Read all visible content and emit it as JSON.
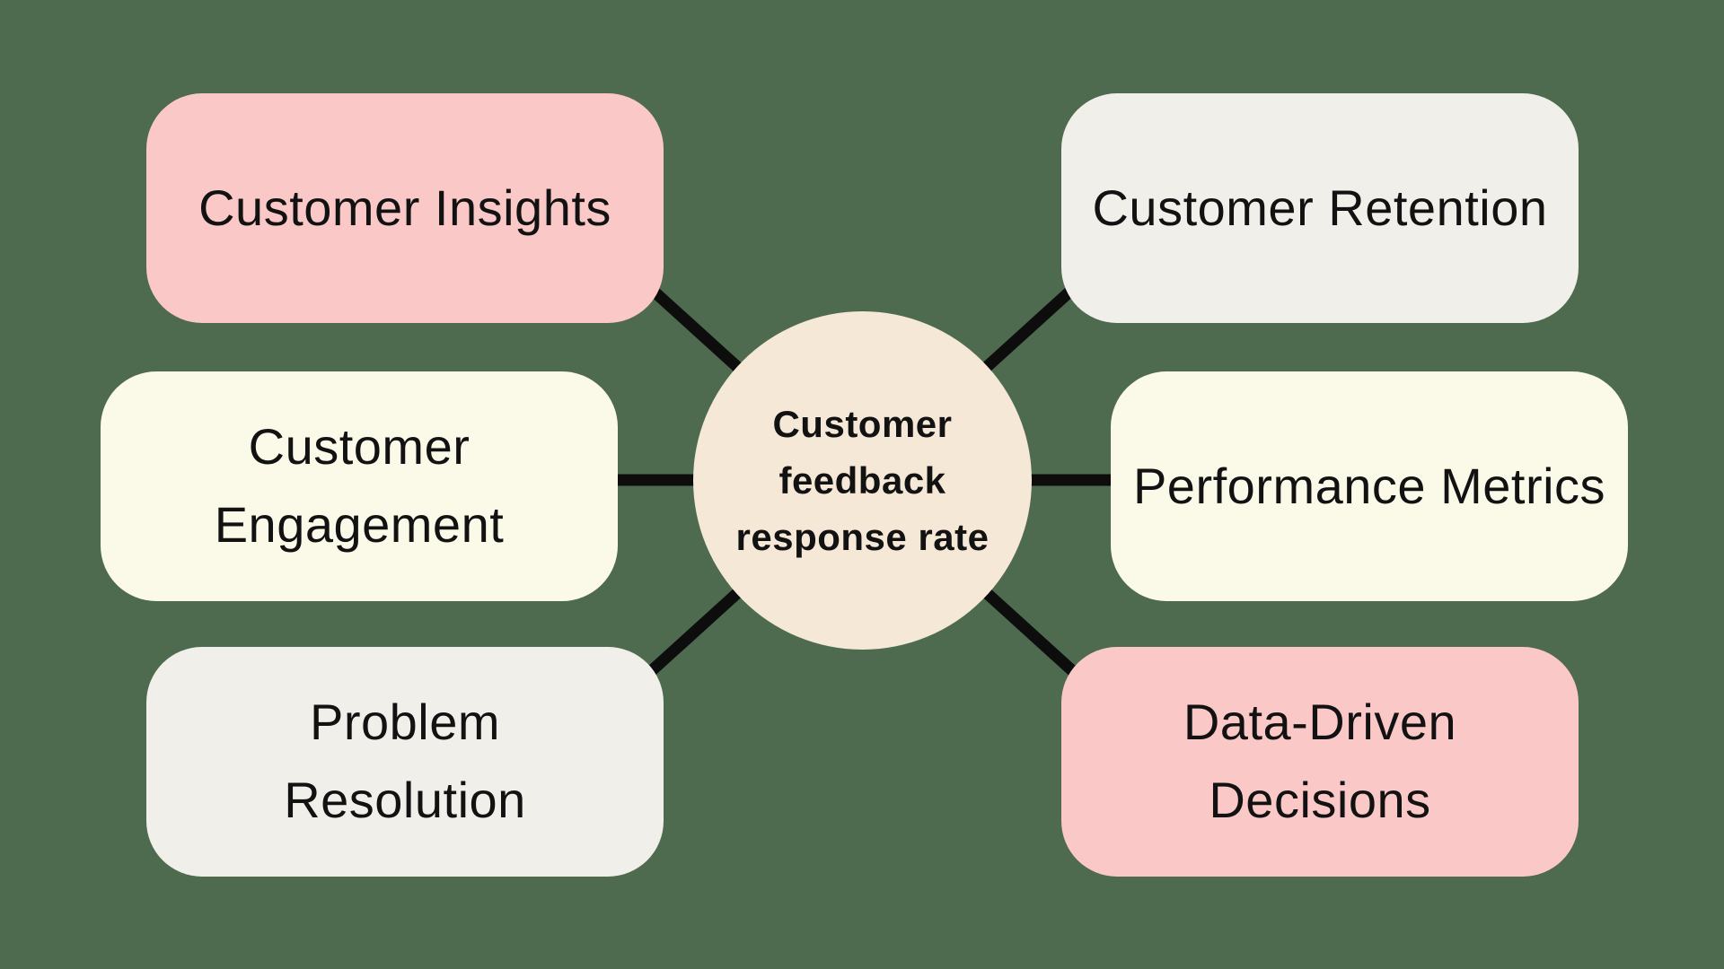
{
  "title": "Customer feedback response rate mind map",
  "canvas": {
    "background_color": "#4e6b50",
    "connector_color": "#0d0d0d",
    "text_color": "#121212"
  },
  "center_node": {
    "label": "Customer\nfeedback\nresponse rate",
    "background_color": "#f6e8d7"
  },
  "nodes": [
    {
      "label": "Customer Insights",
      "background_color": "#fac8c7",
      "position": "top-left"
    },
    {
      "label": "Customer\nEngagement",
      "background_color": "#fbf9e7",
      "position": "middle-left"
    },
    {
      "label": "Problem\nResolution",
      "background_color": "#f1efe9",
      "position": "bottom-left"
    },
    {
      "label": "Customer Retention",
      "background_color": "#f1efe9",
      "position": "top-right"
    },
    {
      "label": "Performance Metrics",
      "background_color": "#fbf9e7",
      "position": "middle-right"
    },
    {
      "label": "Data-Driven\nDecisions",
      "background_color": "#fac8c7",
      "position": "bottom-right"
    }
  ]
}
